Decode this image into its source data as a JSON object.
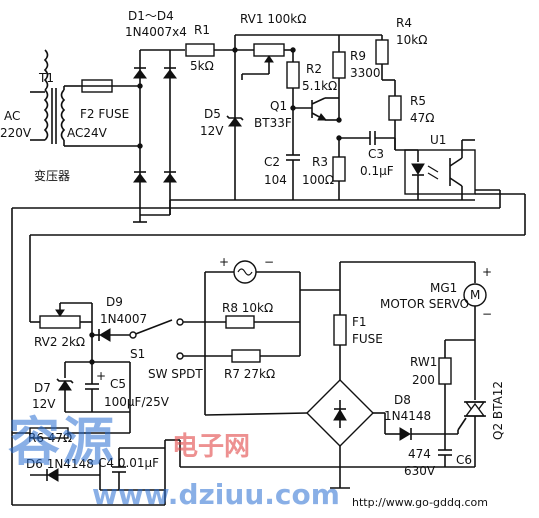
{
  "labels": {
    "ac": "AC",
    "ac_v": "220V",
    "t1": "T1",
    "transformer": "变压器",
    "f2": "F2 FUSE",
    "ac24": "AC24V",
    "d1d4": "D1～D4",
    "d1d4_type": "1N4007x4",
    "r1": "R1",
    "r1_val": "5kΩ",
    "rv1": "RV1 100kΩ",
    "r4": "R4",
    "r4_val": "10kΩ",
    "r9": "R9",
    "r9_val": "3300",
    "r2": "R2",
    "r2_val": "5.1kΩ",
    "d5": "D5",
    "d5_val": "12V",
    "q1": "Q1",
    "q1_type": "BT33F",
    "r5": "R5",
    "r5_val": "47Ω",
    "u1": "U1",
    "c2": "C2",
    "c2_val": "104",
    "r3": "R3",
    "r3_val": "100Ω",
    "c3": "C3",
    "c3_val": "0.1μF",
    "plus": "+",
    "minus": "−",
    "mg1": "MG1",
    "motor": "MOTOR SERVO",
    "motor_sym": "M",
    "d9": "D9",
    "d9_type": "1N4007",
    "r8": "R8  10kΩ",
    "f1": "F1",
    "fuse": "FUSE",
    "rv2": "RV2  2kΩ",
    "s1": "S1",
    "sw": "SW SPDT",
    "r7": "R7  27kΩ",
    "rw1": "RW1",
    "rw1_val": "200",
    "d7": "D7",
    "d7_val": "12V",
    "c5": "C5",
    "c5_val": "100μF/25V",
    "d8": "D8",
    "d8_type": "1N4148",
    "q2": "Q2  BTA12",
    "r6": "R6  47Ω",
    "d6": "D6  1N4148",
    "c4": "C4  0.01μF",
    "c6_val1": "474",
    "c6_val2": "630V",
    "c6": "C6"
  },
  "watermark": {
    "cn": "容源",
    "sub": "电子网",
    "url": "www.dziuu.com",
    "source": "http://www.go-gddq.com"
  }
}
